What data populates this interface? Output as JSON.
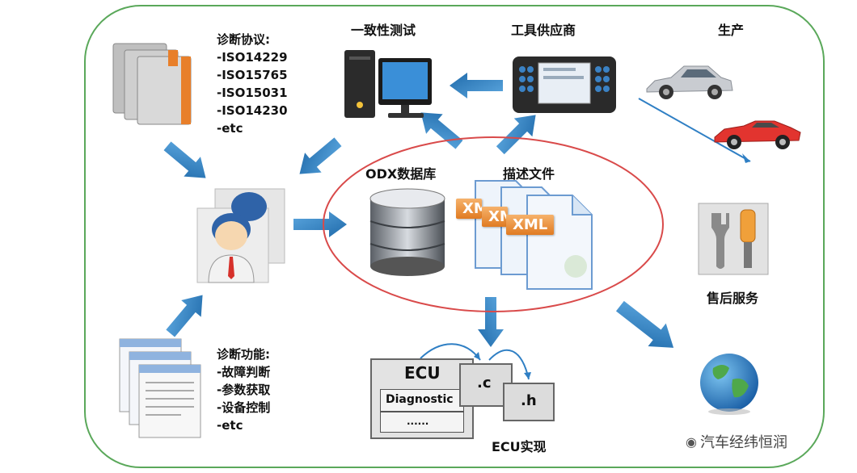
{
  "protocols": {
    "title": "诊断协议:",
    "items": [
      "-ISO14229",
      "-ISO15765",
      "-ISO15031",
      "-ISO14230",
      "-etc"
    ]
  },
  "functions": {
    "title": "诊断功能:",
    "items": [
      "-故障判断",
      "-参数获取",
      "-设备控制",
      "-etc"
    ]
  },
  "top_labels": {
    "conformance_test": "一致性测试",
    "tool_supplier": "工具供应商",
    "production": "生产"
  },
  "center": {
    "database": "ODX数据库",
    "description_files": "描述文件",
    "xml_badges": [
      "XML",
      "XML",
      "XML"
    ]
  },
  "ecu": {
    "title": "ECU",
    "diagnostic": "Diagnostic",
    "dots": "......",
    "file_c": ".c",
    "file_h": ".h",
    "caption": "ECU实现"
  },
  "aftersales": "售后服务",
  "watermark": "汽车经纬恒润",
  "colors": {
    "border_green": "#5aa85a",
    "ellipse_red": "#d94a4a",
    "arrow_blue": "#2f7fc4",
    "xml_orange": "#e98a2e"
  }
}
